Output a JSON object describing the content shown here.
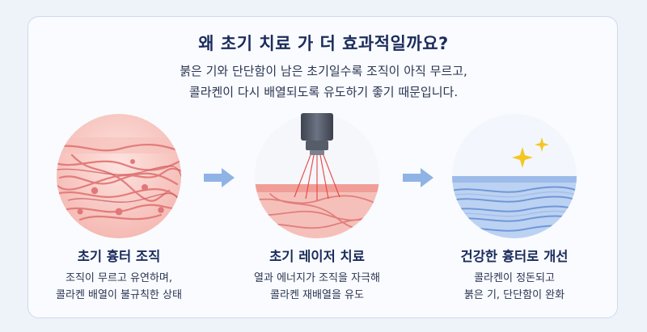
{
  "title": "왜 초기 치료 가 더 효과적일까요?",
  "subtitle_lines": [
    "붉은 기와 단단함이 남은 초기일수록 조직이 아직 무르고,",
    "콜라켄이 다시 배열되도록 유도하기 좋기 때문입니다."
  ],
  "stages": [
    {
      "title": "초기 흉터 조직",
      "desc": [
        "조직이 무르고 유연하며,",
        "콜라켄 배열이 불규칙한 상태"
      ]
    },
    {
      "title": "초기 레이저 치료",
      "desc": [
        "열과 에너지가 조직을 자극해",
        "콜라켄 재배열을 유도"
      ]
    },
    {
      "title": "건강한 흉터로 개선",
      "desc": [
        "콜라켄이 정돈되고",
        "붉은 기, 단단함이 완화"
      ]
    }
  ],
  "colors": {
    "title": "#1b2c5c",
    "tissue_red": "#f3a9a4",
    "healthy_blue": "#a9c4ee",
    "arrow": "#8fb3e4",
    "sparkle": "#f5c623"
  },
  "icons": [
    "scar-tissue-illustration",
    "laser-device-illustration",
    "healthy-tissue-illustration",
    "right-arrow-icon",
    "sparkle-icon"
  ]
}
